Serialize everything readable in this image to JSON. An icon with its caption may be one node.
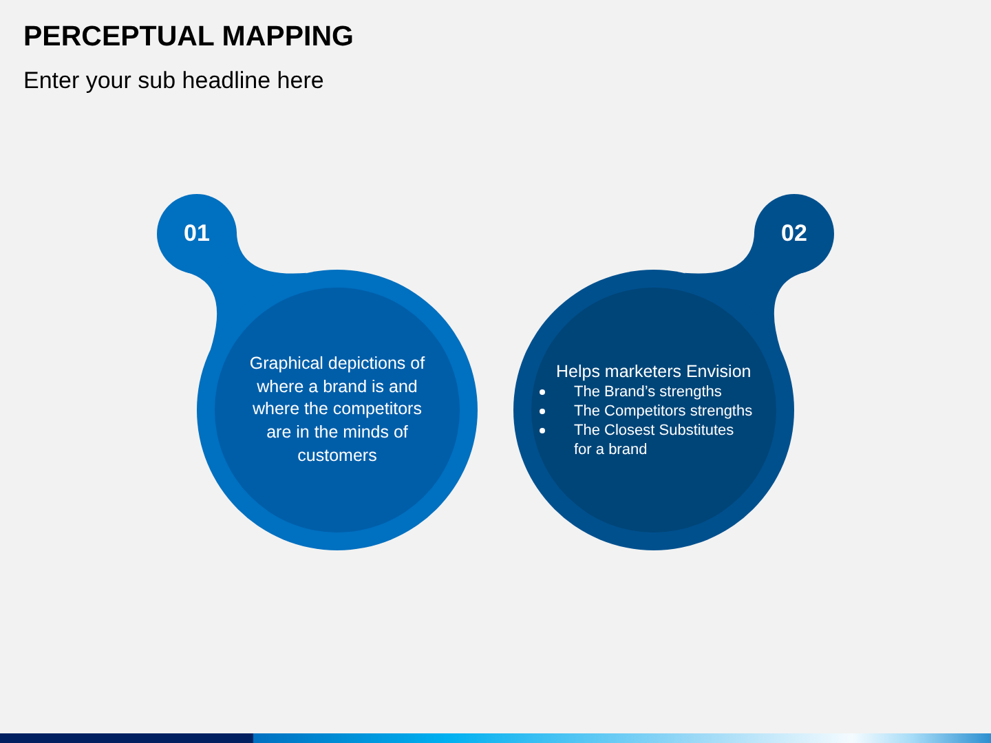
{
  "diagram": {
    "title": "PERCEPTUAL MAPPING",
    "nodes": [
      {
        "text": [
          "01",
          "Graphical depictions of where a brand is and where the competitors are in the minds of customers"
        ]
      },
      {
        "text": [
          "02",
          "Helps marketers Envision",
          "The Brand’s strengths",
          "The Competitors strengths",
          "The Closest Substitutes for a brand"
        ]
      }
    ],
    "labels": [
      "Enter your sub headline here"
    ]
  }
}
